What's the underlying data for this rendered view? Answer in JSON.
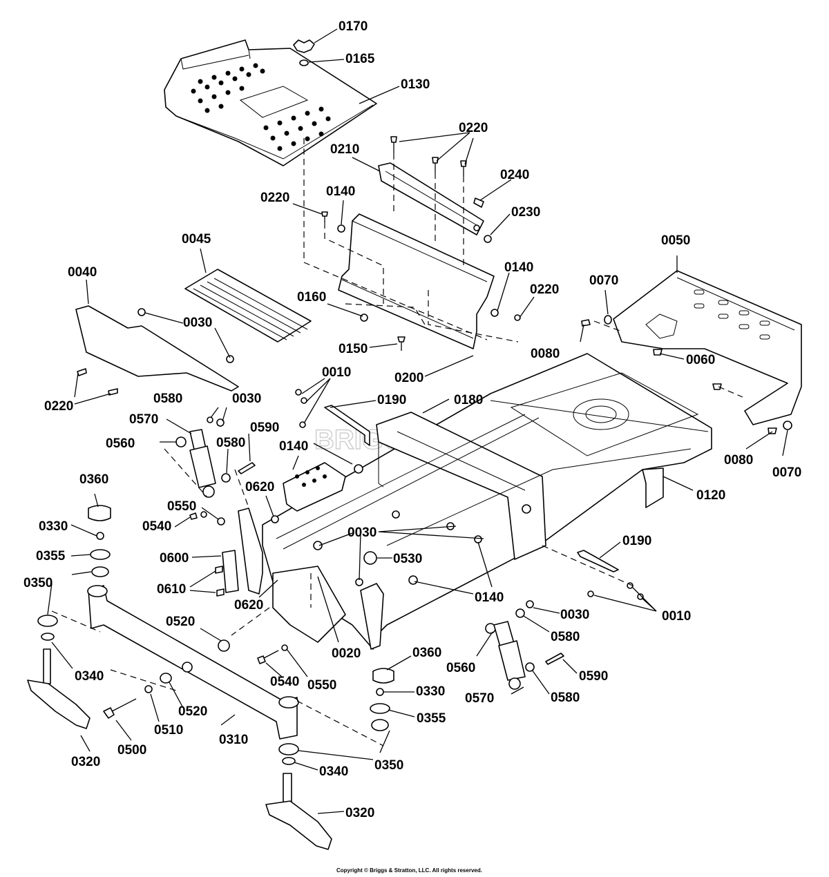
{
  "diagram": {
    "watermark": "BRIGGS & STRATTON",
    "copyright": "Copyright © Briggs & Stratton, LLC. All rights reserved.",
    "callouts": {
      "c0170": "0170",
      "c0165": "0165",
      "c0130": "0130",
      "c0220a": "0220",
      "c0210": "0210",
      "c0240": "0240",
      "c0230": "0230",
      "c0220b": "0220",
      "c0140a": "0140",
      "c0045": "0045",
      "c0040": "0040",
      "c0030a": "0030",
      "c0220c": "0220",
      "c0160": "0160",
      "c0150": "0150",
      "c0200": "0200",
      "c0140b": "0140",
      "c0220d": "0220",
      "c0050": "0050",
      "c0070a": "0070",
      "c0080a": "0080",
      "c0060": "0060",
      "c0080b": "0080",
      "c0070b": "0070",
      "c0010a": "0010",
      "c0190a": "0190",
      "c0180": "0180",
      "c0580a": "0580",
      "c0030b": "0030",
      "c0570a": "0570",
      "c0560a": "0560",
      "c0580b": "0580",
      "c0590a": "0590",
      "c0140c": "0140",
      "c0120": "0120",
      "c0360a": "0360",
      "c0620a": "0620",
      "c0550a": "0550",
      "c0540a": "0540",
      "c0330a": "0330",
      "c0355a": "0355",
      "c0600": "0600",
      "c0610": "0610",
      "c0350a": "0350",
      "c0620b": "0620",
      "c0030c": "0030",
      "c0530": "0530",
      "c0190b": "0190",
      "c0140d": "0140",
      "c0030d": "0030",
      "c0010b": "0010",
      "c0520a": "0520",
      "c0020": "0020",
      "c0340a": "0340",
      "c0580c": "0580",
      "c0560b": "0560",
      "c0360b": "0360",
      "c0590b": "0590",
      "c0540b": "0540",
      "c0550b": "0550",
      "c0330b": "0330",
      "c0570b": "0570",
      "c0580d": "0580",
      "c0520b": "0520",
      "c0355b": "0355",
      "c0510": "0510",
      "c0310": "0310",
      "c0500": "0500",
      "c0350b": "0350",
      "c0320a": "0320",
      "c0340b": "0340",
      "c0320b": "0320"
    }
  }
}
